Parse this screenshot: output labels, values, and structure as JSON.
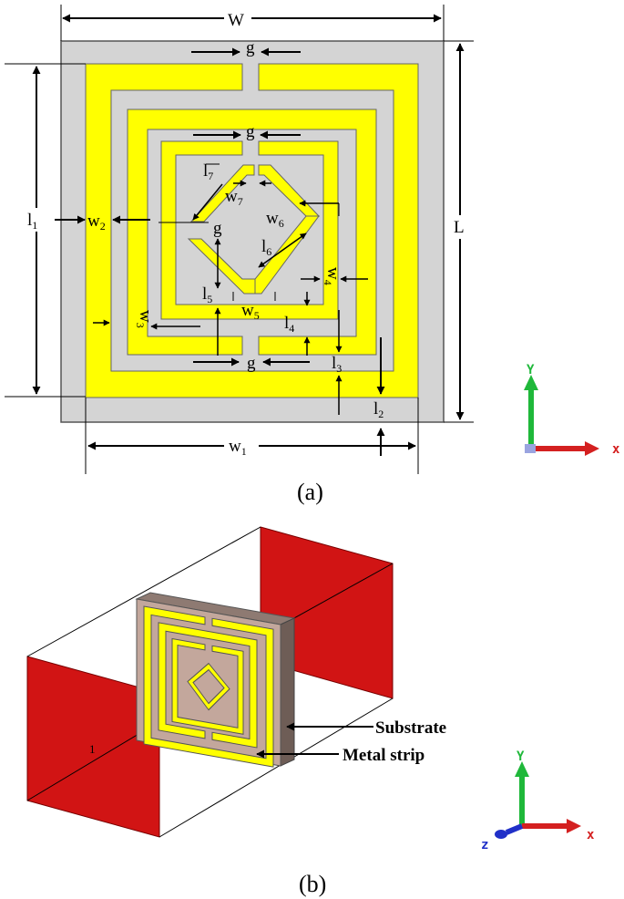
{
  "figure_a": {
    "caption": "(a)",
    "dims": {
      "W": "W",
      "L": "L",
      "g_top": "g",
      "g_mid": "g",
      "g_inner": "g",
      "g_bottom": "g",
      "l1": "l",
      "l1_sub": "1",
      "l2": "l",
      "l2_sub": "2",
      "l3": "l",
      "l3_sub": "3",
      "l4": "l",
      "l4_sub": "4",
      "l5": "l",
      "l5_sub": "5",
      "l6": "l",
      "l6_sub": "6",
      "l7": "l",
      "l7_sub": "7",
      "w1": "w",
      "w1_sub": "1",
      "w2": "w",
      "w2_sub": "2",
      "w3": "w",
      "w3_sub": "3",
      "w4": "w",
      "w4_sub": "4",
      "w5": "w",
      "w5_sub": "5",
      "w6": "w",
      "w6_sub": "6",
      "w7": "w",
      "w7_sub": "7"
    },
    "axes": {
      "y": "Y",
      "x": "x"
    }
  },
  "figure_b": {
    "caption": "(b)",
    "port_label": "1",
    "substrate_label": "Substrate",
    "metal_label": "Metal strip",
    "axes": {
      "y": "Y",
      "x": "x",
      "z": "z"
    }
  },
  "colors": {
    "substrate": "#d4d4d4",
    "metal": "#ffff00",
    "port": "#d11414",
    "substrate3d": "#c3a79c",
    "axis_y": "#1fb83a",
    "axis_x": "#d42020",
    "axis_z": "#2030c8"
  }
}
